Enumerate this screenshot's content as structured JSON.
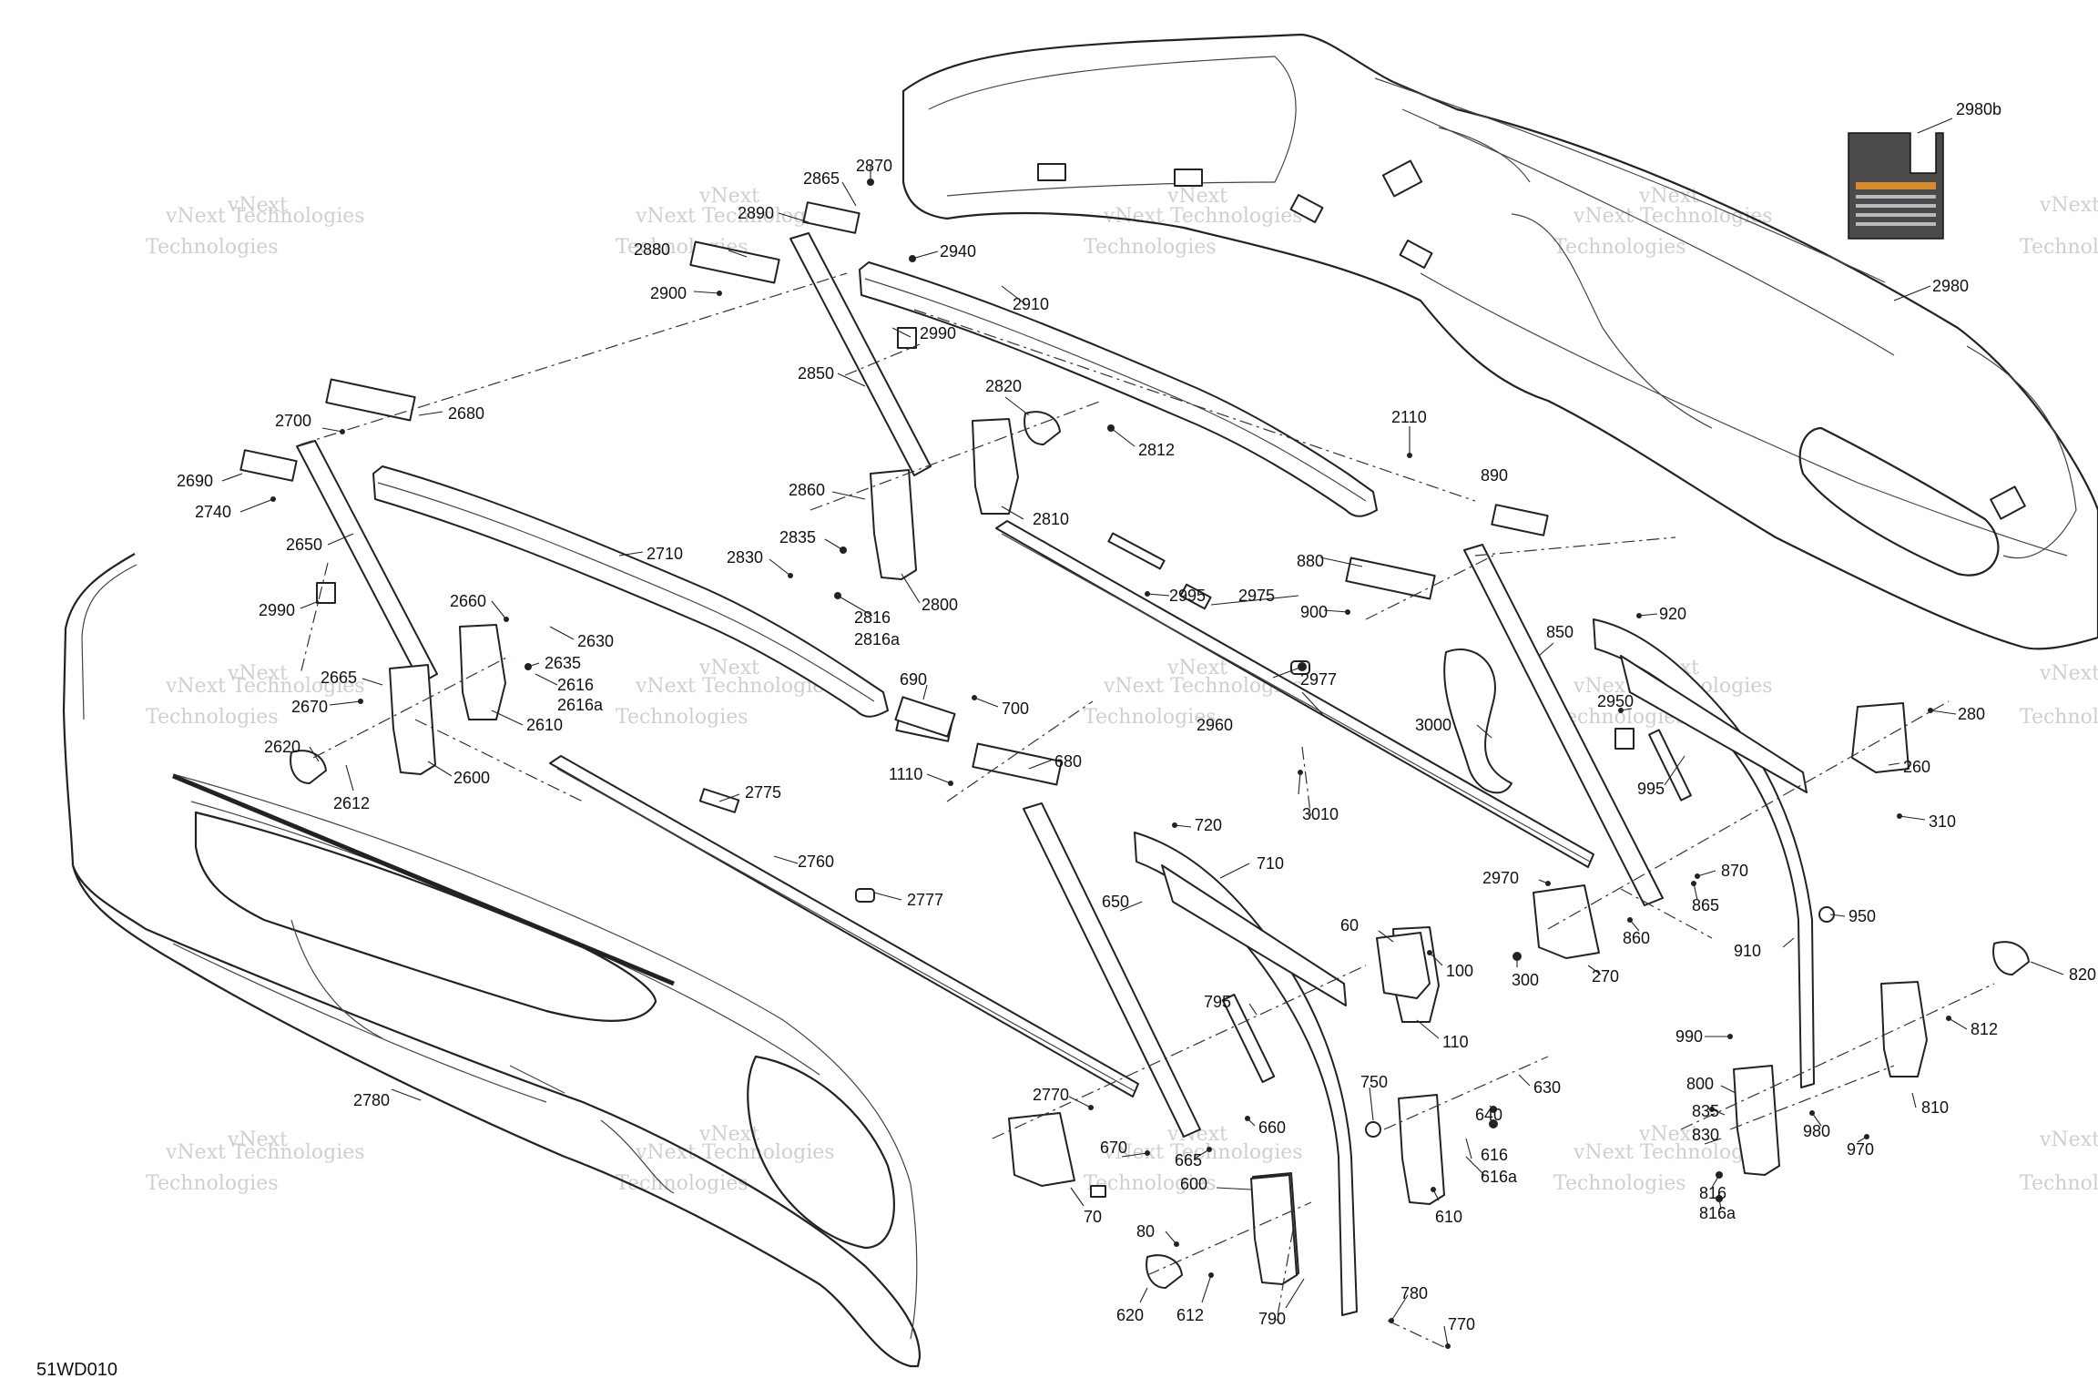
{
  "diagram": {
    "code": "51WD010",
    "watermark_lines": [
      "vNext",
      "vNext Technologies",
      "Technologies"
    ],
    "callouts": [
      {
        "label": "2870"
      },
      {
        "label": "2865"
      },
      {
        "label": "2890"
      },
      {
        "label": "2880"
      },
      {
        "label": "2900"
      },
      {
        "label": "2940"
      },
      {
        "label": "2910"
      },
      {
        "label": "2990"
      },
      {
        "label": "2850"
      },
      {
        "label": "2820"
      },
      {
        "label": "2812"
      },
      {
        "label": "2110"
      },
      {
        "label": "2680"
      },
      {
        "label": "2700"
      },
      {
        "label": "2690"
      },
      {
        "label": "2740"
      },
      {
        "label": "2650"
      },
      {
        "label": "2860"
      },
      {
        "label": "2810"
      },
      {
        "label": "2710"
      },
      {
        "label": "2835"
      },
      {
        "label": "2830"
      },
      {
        "label": "2800"
      },
      {
        "label": "2816"
      },
      {
        "label": "2816a"
      },
      {
        "label": "2990"
      },
      {
        "label": "2660"
      },
      {
        "label": "2630"
      },
      {
        "label": "2635"
      },
      {
        "label": "2616"
      },
      {
        "label": "2616a"
      },
      {
        "label": "2665"
      },
      {
        "label": "2670"
      },
      {
        "label": "2610"
      },
      {
        "label": "2620"
      },
      {
        "label": "2600"
      },
      {
        "label": "2612"
      },
      {
        "label": "690"
      },
      {
        "label": "700"
      },
      {
        "label": "680"
      },
      {
        "label": "1110"
      },
      {
        "label": "2775"
      },
      {
        "label": "2760"
      },
      {
        "label": "2777"
      },
      {
        "label": "2995"
      },
      {
        "label": "2975"
      },
      {
        "label": "2977"
      },
      {
        "label": "2960"
      },
      {
        "label": "890"
      },
      {
        "label": "880"
      },
      {
        "label": "900"
      },
      {
        "label": "920"
      },
      {
        "label": "850"
      },
      {
        "label": "3000"
      },
      {
        "label": "3010"
      },
      {
        "label": "2950"
      },
      {
        "label": "995"
      },
      {
        "label": "2980b"
      },
      {
        "label": "2980"
      },
      {
        "label": "280"
      },
      {
        "label": "260"
      },
      {
        "label": "310"
      },
      {
        "label": "720"
      },
      {
        "label": "710"
      },
      {
        "label": "650"
      },
      {
        "label": "2970"
      },
      {
        "label": "870"
      },
      {
        "label": "865"
      },
      {
        "label": "860"
      },
      {
        "label": "950"
      },
      {
        "label": "910"
      },
      {
        "label": "60"
      },
      {
        "label": "100"
      },
      {
        "label": "300"
      },
      {
        "label": "270"
      },
      {
        "label": "820"
      },
      {
        "label": "110"
      },
      {
        "label": "795"
      },
      {
        "label": "990"
      },
      {
        "label": "812"
      },
      {
        "label": "750"
      },
      {
        "label": "630"
      },
      {
        "label": "640"
      },
      {
        "label": "800"
      },
      {
        "label": "2780"
      },
      {
        "label": "2770"
      },
      {
        "label": "660"
      },
      {
        "label": "835"
      },
      {
        "label": "980"
      },
      {
        "label": "810"
      },
      {
        "label": "670"
      },
      {
        "label": "665"
      },
      {
        "label": "616"
      },
      {
        "label": "616a"
      },
      {
        "label": "830"
      },
      {
        "label": "970"
      },
      {
        "label": "70"
      },
      {
        "label": "600"
      },
      {
        "label": "610"
      },
      {
        "label": "816"
      },
      {
        "label": "816a"
      },
      {
        "label": "80"
      },
      {
        "label": "780"
      },
      {
        "label": "620"
      },
      {
        "label": "612"
      },
      {
        "label": "790"
      },
      {
        "label": "770"
      }
    ]
  }
}
